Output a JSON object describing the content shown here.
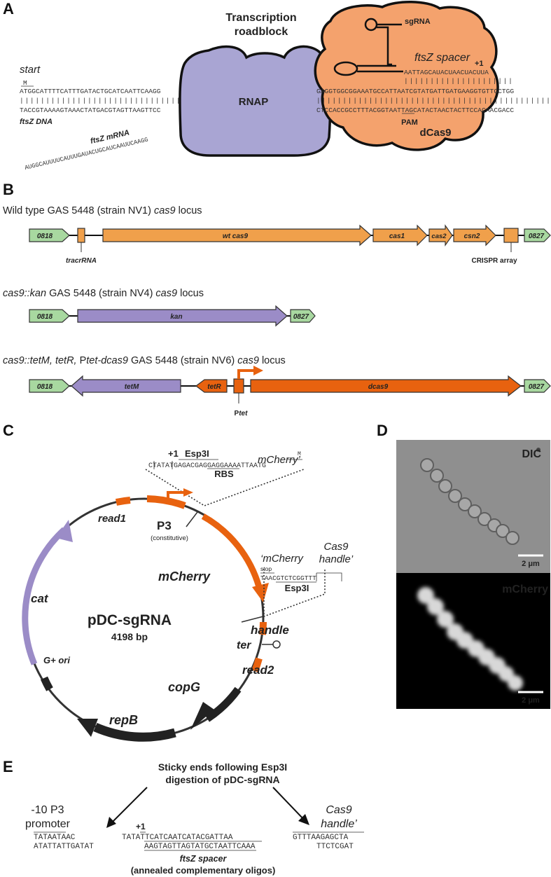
{
  "panels": {
    "a": "A",
    "b": "B",
    "c": "C",
    "d": "D",
    "e": "E"
  },
  "colors": {
    "rnap": "#a9a5d3",
    "dcas9": "#f4a26d",
    "orange": "#e8620f",
    "gene_orange": "#f0a04b",
    "green": "#a8d8a0",
    "purple": "#9b8cc7",
    "dark": "#333333"
  },
  "panel_a": {
    "roadblock_title_1": "Transcription",
    "roadblock_title_2": "roadblock",
    "start_label": "start",
    "start_aa": "M",
    "dna_top_left": "ATGGCATTTTCATTTGATACTGCATCAATTCAAGG",
    "dna_bottom_left": "TACCGTAAAAGTAAACTATGACGTAGTTAAGTTCC",
    "dna_top_right": "GAGGTGGCGGAAATGCCATTAATCGTATGATTGATGAAGGTGTTGCTGG",
    "dna_bottom_right": "CTCCACCGCCTTTACGGTAATTAGCATACTAACTACTTCCACAACGACC",
    "mrna": "AUGGCAUUUUCAUUUGAUACUGCAUCAAUUCAAGG",
    "mrna_label": "ftsZ mRNA",
    "dna_label": "ftsZ DNA",
    "rnap_label": "RNAP",
    "sgrna_label": "sgRNA",
    "spacer_label": "ftsZ spacer",
    "plus1": "+1",
    "spacer_seq": "AATTAGCAUACUAACUACUUA",
    "pam_label": "PAM",
    "dcas9_label": "dCas9"
  },
  "panel_b": {
    "loci": [
      {
        "title_pre": "",
        "title_it": "",
        "title_post": "Wild type GAS 5448 (strain NV1) ",
        "title_end_it": "cas9",
        "title_tail": " locus",
        "genes": [
          {
            "label": "0818",
            "color": "#a8d8a0"
          },
          {
            "label": "wt cas9",
            "color": "#f0a04b"
          },
          {
            "label": "cas1",
            "color": "#f0a04b"
          },
          {
            "label": "cas2",
            "color": "#f0a04b"
          },
          {
            "label": "csn2",
            "color": "#f0a04b"
          },
          {
            "label": "0827",
            "color": "#a8d8a0"
          }
        ],
        "annotations": [
          "tracrRNA",
          "CRISPR array"
        ]
      },
      {
        "title_it": "cas9::kan",
        "title_post": " GAS 5448 (strain NV4) ",
        "title_end_it": "cas9",
        "title_tail": " locus",
        "genes": [
          {
            "label": "0818",
            "color": "#a8d8a0"
          },
          {
            "label": "kan",
            "color": "#9b8cc7"
          },
          {
            "label": "0827",
            "color": "#a8d8a0"
          }
        ]
      },
      {
        "title_it": "cas9::tetM, tetR,",
        "title_post": " P",
        "title_mid_it": "tet-dcas9",
        "title_post2": " GAS 5448 (strain NV6) ",
        "title_end_it": "cas9",
        "title_tail": " locus",
        "genes": [
          {
            "label": "0818",
            "color": "#a8d8a0"
          },
          {
            "label": "tetM",
            "color": "#9b8cc7"
          },
          {
            "label": "tetR",
            "color": "#e8620f"
          },
          {
            "label": "dcas9",
            "color": "#e8620f"
          },
          {
            "label": "0827",
            "color": "#a8d8a0"
          }
        ],
        "annotations": [
          "P",
          "tet"
        ]
      }
    ]
  },
  "panel_c": {
    "plasmid_name": "pDC-sgRNA",
    "plasmid_size": "4198 bp",
    "features": {
      "read1": "read1",
      "p3": "P3",
      "constitutive": "(constitutive)",
      "mcherry": "mCherry",
      "handle": "handle",
      "ter": "ter",
      "read2": "read2",
      "copg": "copG",
      "repb": "repB",
      "gori": "G+ ori",
      "cat": "cat"
    },
    "inset1": {
      "plus1": "+1",
      "esp3i": "Esp3I",
      "mcherry_prime": "mCherry’",
      "aa": "M",
      "seq": "CTATATGAGACGAGGAGGAAAATTAATG",
      "rbs": "RBS"
    },
    "inset2": {
      "mcherry_q": "‘mCherry",
      "stop": "stop",
      "seq": "TAACGTCTCGGTTT",
      "esp3i": "Esp3I",
      "cas9": "Cas9",
      "handle_q": "handle’"
    }
  },
  "panel_d": {
    "dic_label": "DIC",
    "mcherry_label": "mCherry",
    "scale_1": "2 μm",
    "scale_2": "2 μm"
  },
  "panel_e": {
    "title_1": "Sticky ends following Esp3I",
    "title_2": "digestion of pDC-sgRNA",
    "promoter_1": "-10 P3",
    "promoter_2": "promoter",
    "cas9_1": "Cas9",
    "cas9_2": "handle’",
    "plus1": "+1",
    "left_top": "TATAATAAC",
    "left_bottom": "ATATTATTGATAT",
    "mid_top": "TATATTCATCAATCATACGATTAA",
    "mid_bottom": "AAGTAGTTAGTATGCTAATTCAAA",
    "right_top": "GTTTAAGAGCTA",
    "right_bottom": "TTCTCGAT",
    "spacer_label": "ftsZ spacer",
    "oligo_label": "(annealed complementary oligos)"
  }
}
